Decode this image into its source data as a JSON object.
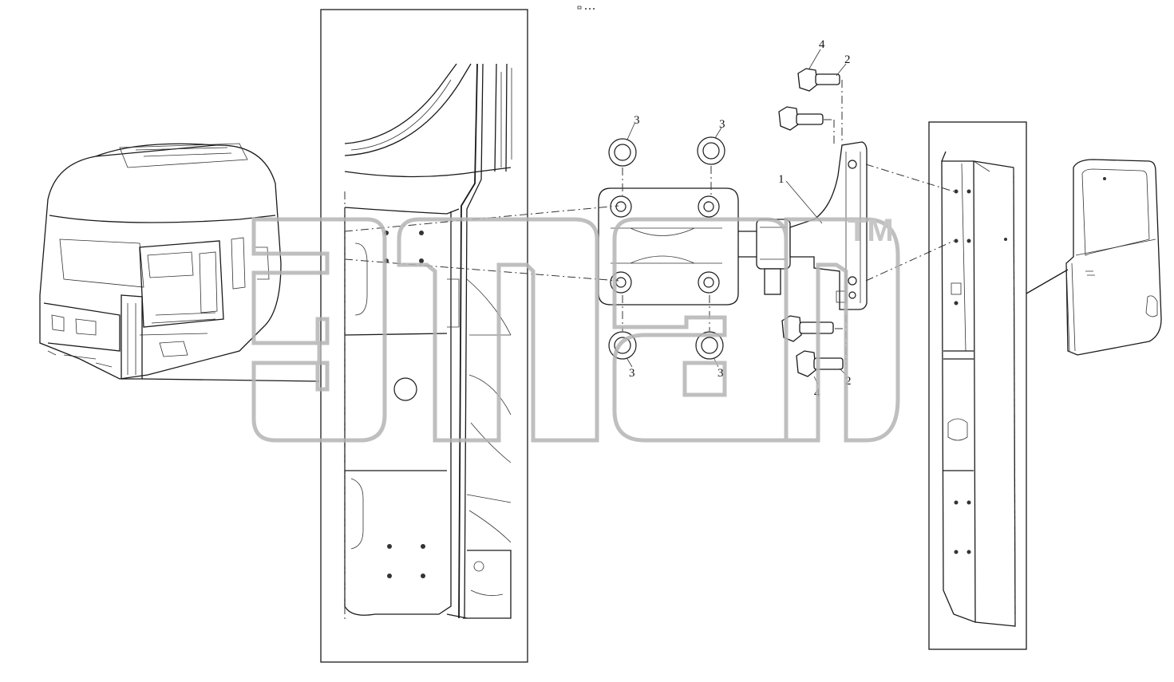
{
  "callouts": {
    "c1": "1",
    "c2a": "2",
    "c2b": "2",
    "c3a": "3",
    "c3b": "3",
    "c3c": "3",
    "c3d": "3",
    "c4a": "4",
    "c4b": "4"
  },
  "watermark": {
    "trademark": "TM"
  },
  "colors": {
    "line": "#1a1a1a",
    "watermark": "#b4b4b4",
    "background": "#ffffff"
  }
}
